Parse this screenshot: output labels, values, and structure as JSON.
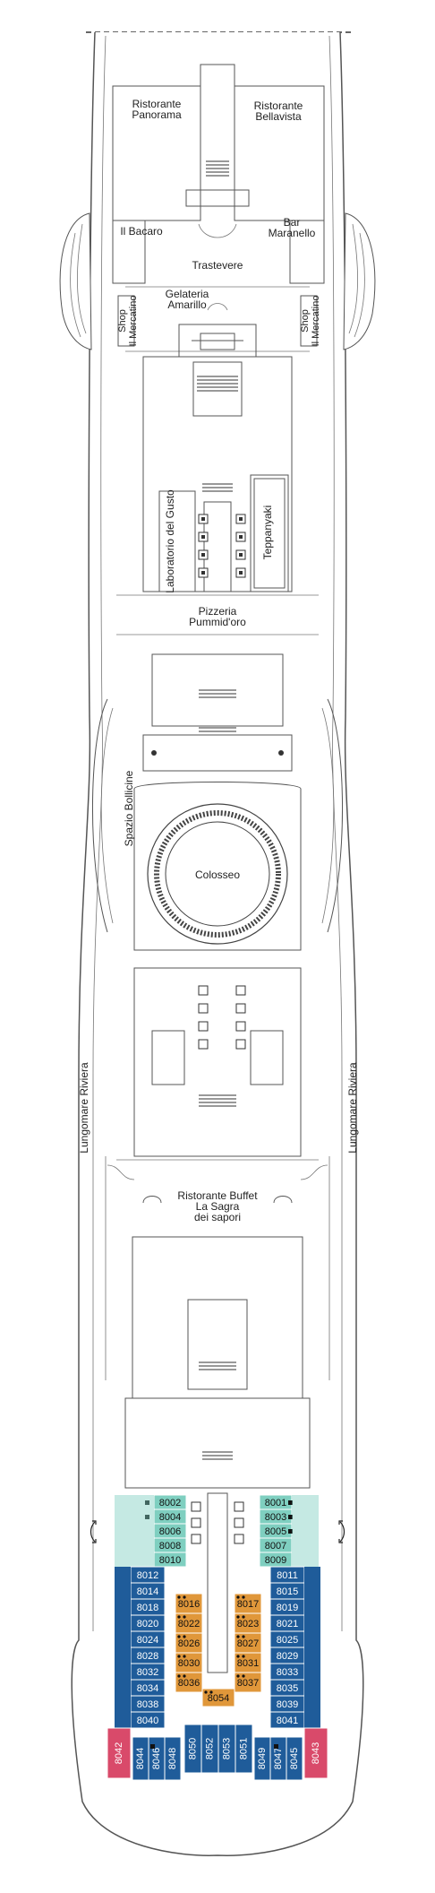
{
  "colors": {
    "hull": "#555555",
    "teal": "#7fcfc0",
    "blue": "#1f5c9a",
    "orange": "#e0973a",
    "pink": "#d94a6a",
    "icon": "#111111"
  },
  "venues": {
    "panorama": "Ristorante\nPanorama",
    "bellavista": "Ristorante\nBellavista",
    "bacaro": "Il Bacaro",
    "maranello": "Bar\nMaranello",
    "trastevere": "Trastevere",
    "amarillo": "Gelateria\nAmarillo",
    "shop_left": "Shop\nIl Mercatino",
    "shop_right": "Shop\nIl Mercatino",
    "gusto": "Laboratorio del Gusto",
    "teppanyaki": "Teppanyaki",
    "pizzeria": "Pizzeria\nPummid'oro",
    "bollicine": "Spazio Bollicine",
    "colosseo": "Colosseo",
    "lungomare_left": "Lungomare Riviera",
    "lungomare_right": "Lungomare Riviera",
    "buffet": "Ristorante Buffet\nLa Sagra\ndei sapori"
  },
  "cabins": {
    "teal_left": [
      "8002",
      "8004",
      "8006",
      "8008",
      "8010"
    ],
    "teal_right": [
      "8001",
      "8003",
      "8005",
      "8007",
      "8009"
    ],
    "blue_left": [
      "8012",
      "8014",
      "8018",
      "8020",
      "8024",
      "8028",
      "8032",
      "8034",
      "8038",
      "8040"
    ],
    "blue_right": [
      "8011",
      "8015",
      "8019",
      "8021",
      "8025",
      "8029",
      "8033",
      "8035",
      "8039",
      "8041"
    ],
    "orange_left": [
      "8016",
      "8022",
      "8026",
      "8030",
      "8036"
    ],
    "orange_right": [
      "8017",
      "8023",
      "8027",
      "8031",
      "8037"
    ],
    "orange_center": "8054",
    "stern_blue_left": [
      "8044",
      "8046",
      "8048"
    ],
    "stern_blue_center": [
      "8050",
      "8052",
      "8053",
      "8051"
    ],
    "stern_blue_right": [
      "8049",
      "8047",
      "8045"
    ],
    "pink_left": "8042",
    "pink_right": "8043"
  }
}
